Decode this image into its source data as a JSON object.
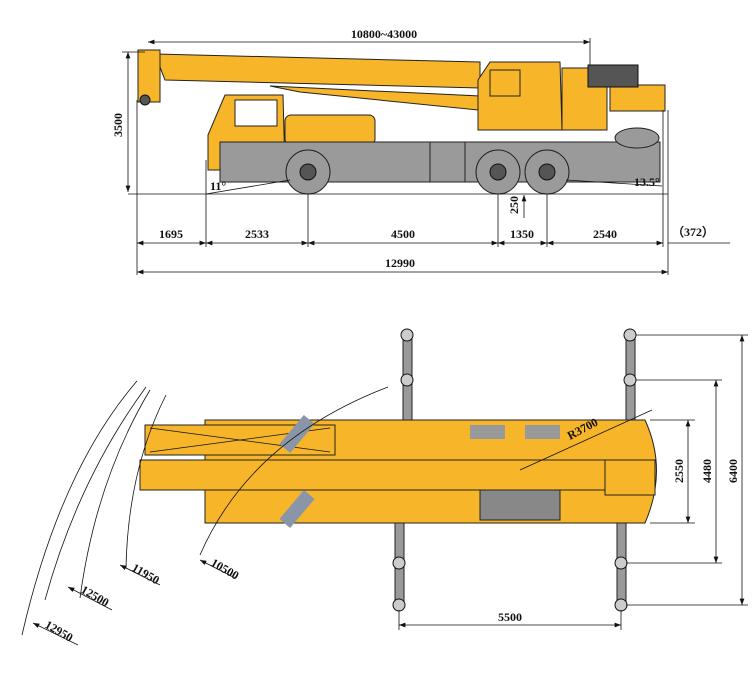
{
  "side_view": {
    "boom_length": "10800~43000",
    "height": "3500",
    "approach_angle": "11°",
    "departure_angle": "13.5°",
    "ground_clearance": "250",
    "segments": [
      "1695",
      "2533",
      "4500",
      "1350",
      "2540"
    ],
    "rear_overhang": "（372）",
    "overall_length": "12990"
  },
  "top_view": {
    "turning_radius": "R3700",
    "swing_radii": [
      "10500",
      "11950",
      "12500",
      "12950"
    ],
    "width": "2550",
    "outrigger_span_mid": "4480",
    "outrigger_span_full": "6400",
    "outrigger_longitudinal": "5500"
  },
  "colors": {
    "body": "#f7b52a",
    "tyre": "#9a9a9a",
    "line": "#111111"
  }
}
